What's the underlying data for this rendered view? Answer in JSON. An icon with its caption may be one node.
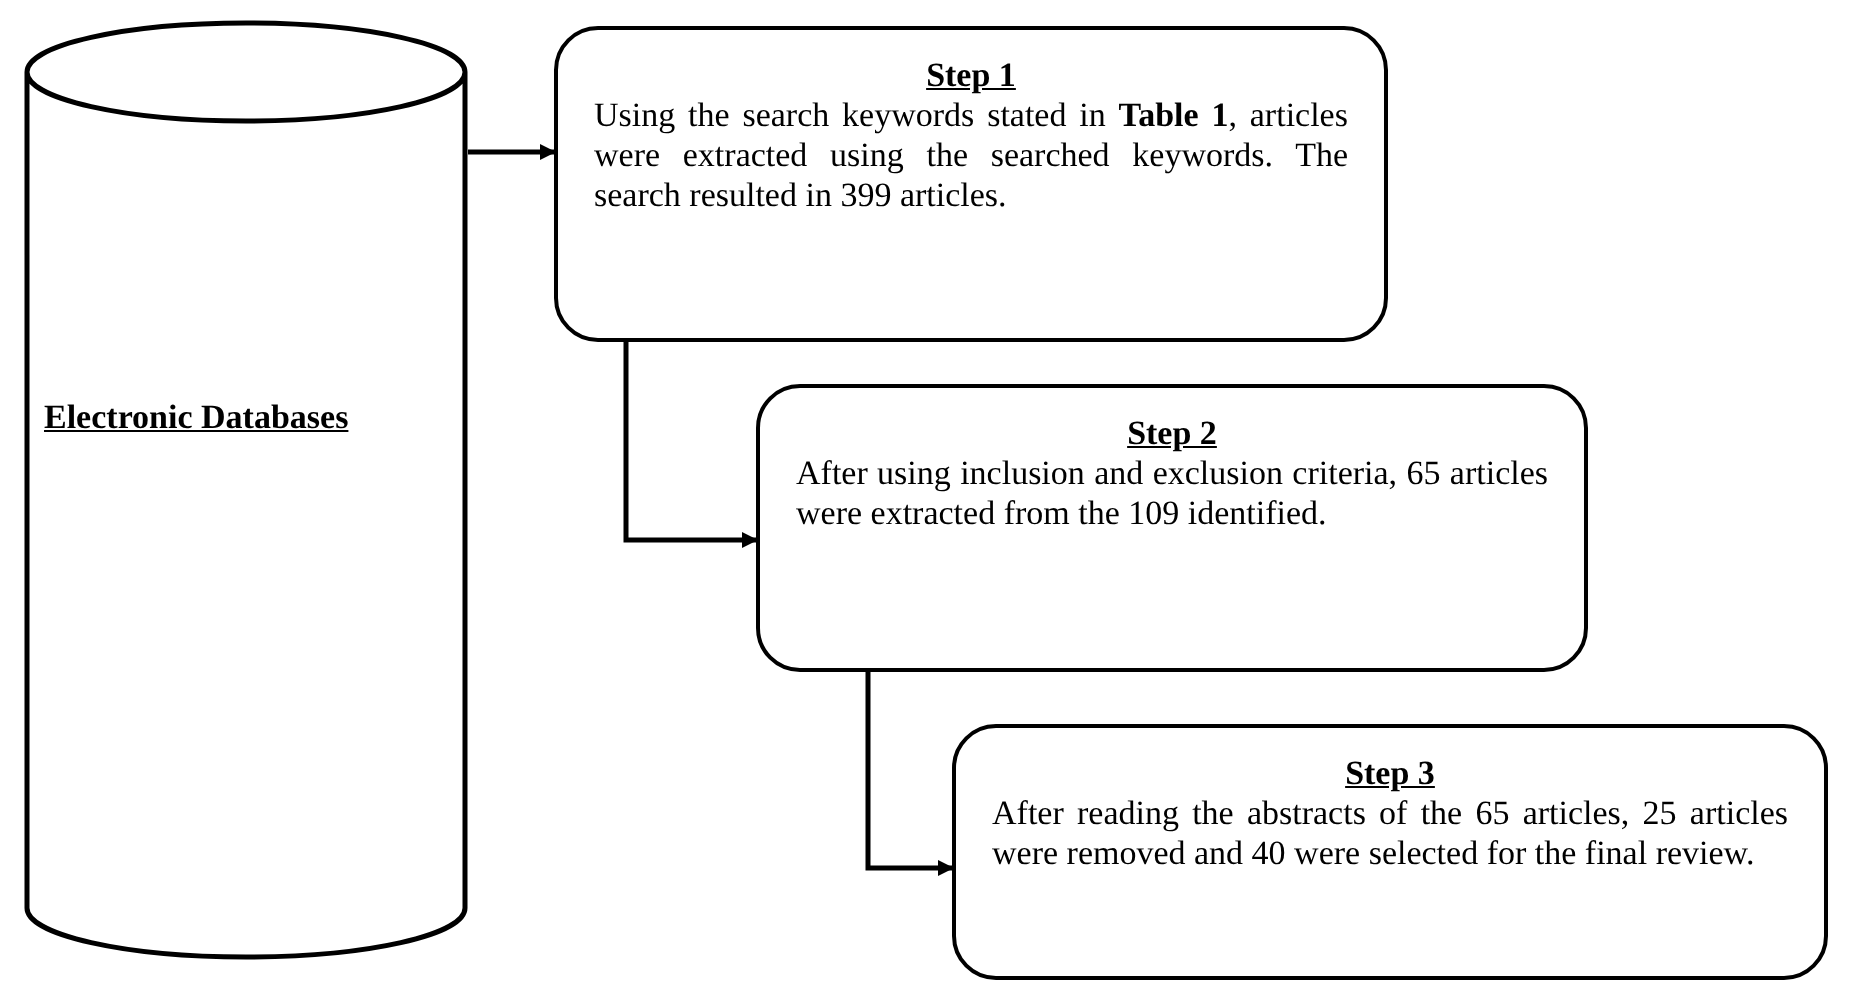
{
  "diagram": {
    "nodes": [
      {
        "text": [
          "Electronic Databases"
        ]
      },
      {
        "text": [
          "Step 1",
          "Using the search keywords stated in **Table 1**, articles were extracted using the searched keywords. The search resulted in 399 articles."
        ]
      },
      {
        "text": [
          "Step 2",
          "After using inclusion and exclusion criteria, 65 articles were extracted from the 109 identified."
        ]
      },
      {
        "text": [
          "Step 3",
          "After reading the abstracts of the 65 articles, 25 articles were removed and 40 were selected for the final review."
        ]
      }
    ],
    "edges": [
      {
        "from": 0,
        "to": 1,
        "arrow": "to"
      },
      {
        "from": 1,
        "to": 2,
        "arrow": "to"
      },
      {
        "from": 2,
        "to": 3,
        "arrow": "to"
      }
    ]
  }
}
